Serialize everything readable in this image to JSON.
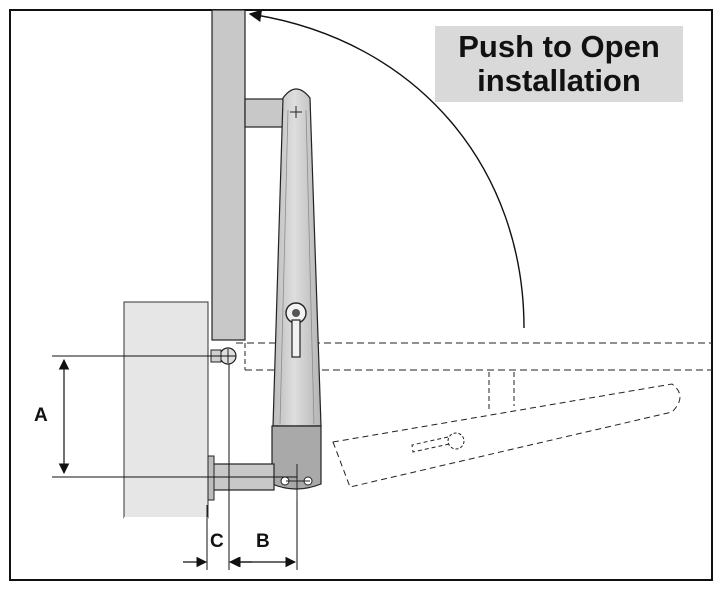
{
  "title": {
    "line1": "Push to Open",
    "line2": "installation"
  },
  "dimensions": {
    "a": "A",
    "b": "B",
    "c": "C"
  },
  "colors": {
    "frame": "#111111",
    "panel": "#bdbdbd",
    "gate_leaf": "#c8c8c8",
    "pillar": "#e6e6e6",
    "title_box": "#d9d9d9",
    "motor_body": "#cfcfcf",
    "motor_base": "#a9a9a9"
  }
}
